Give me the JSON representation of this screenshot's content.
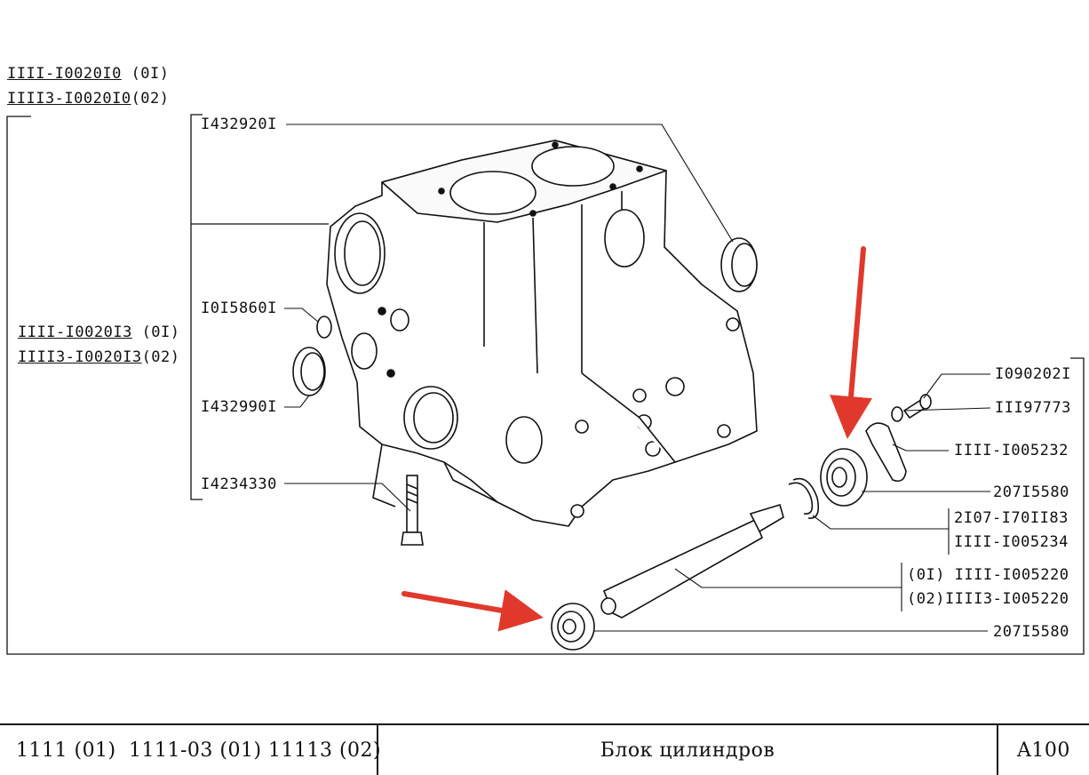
{
  "variants_top": [
    {
      "code": "IIII-I0020I0",
      "suffix": " (0I)"
    },
    {
      "code": "IIII3-I0020I0",
      "suffix": "(02)"
    }
  ],
  "variants_mid": [
    {
      "code": "IIII-I0020I3",
      "suffix": " (0I)"
    },
    {
      "code": "IIII3-I0020I3",
      "suffix": "(02)"
    }
  ],
  "parts": {
    "p1": "I432920I",
    "p2": "I0I5860I",
    "p3": "I432990I",
    "p4": "I4234330",
    "p5": "I090202I",
    "p6": "III97773",
    "p7": "IIII-I005232",
    "p8": "207I5580",
    "p9a": "2I07-I70II83",
    "p9b": "IIII-I005234",
    "p10a": "(0I) IIII-I005220",
    "p10b": "(02)IIII3-I005220",
    "p11": "207I5580"
  },
  "footer": {
    "models": [
      "1111 (01)",
      "1111-03 (01)",
      "11113 (02)"
    ],
    "title": "Блок цилиндров",
    "code": "A100"
  },
  "colors": {
    "arrow": "#e0392b",
    "ink": "#111111"
  }
}
